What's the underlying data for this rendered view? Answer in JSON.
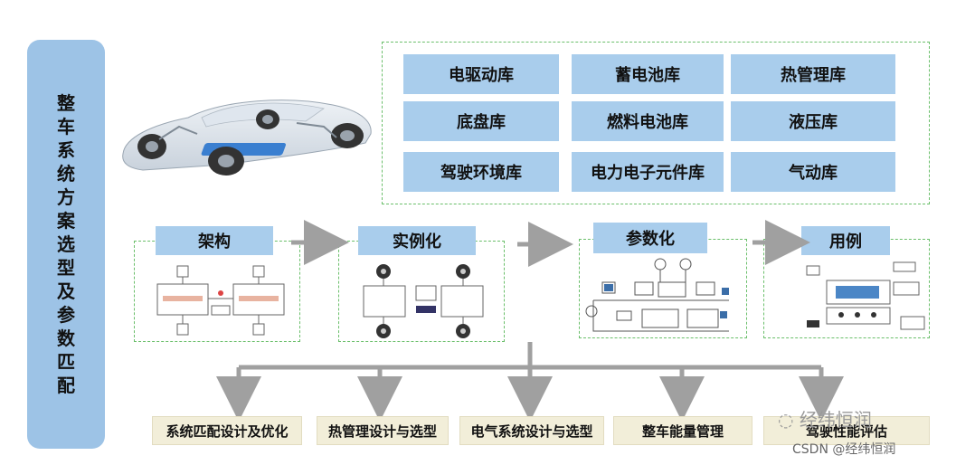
{
  "side_title": "整车系统方案选型及参数匹配",
  "libraries": [
    "电驱动库",
    "蓄电池库",
    "热管理库",
    "底盘库",
    "燃料电池库",
    "液压库",
    "驾驶环境库",
    "电力电子元件库",
    "气动库"
  ],
  "stages": [
    "架构",
    "实例化",
    "参数化",
    "用例"
  ],
  "outputs": [
    "系统匹配设计及优化",
    "热管理设计与选型",
    "电气系统设计与选型",
    "整车能量管理",
    "驾驶性能评估"
  ],
  "watermark": {
    "wechat": "经纬恒润",
    "csdn": "CSDN @经纬恒润"
  },
  "colors": {
    "label_fill": "#a9cdec",
    "side_fill": "#9dc3e6",
    "dash": "#6bbf6b",
    "arrow": "#a0a0a0",
    "output_fill": "#f2eed9"
  }
}
